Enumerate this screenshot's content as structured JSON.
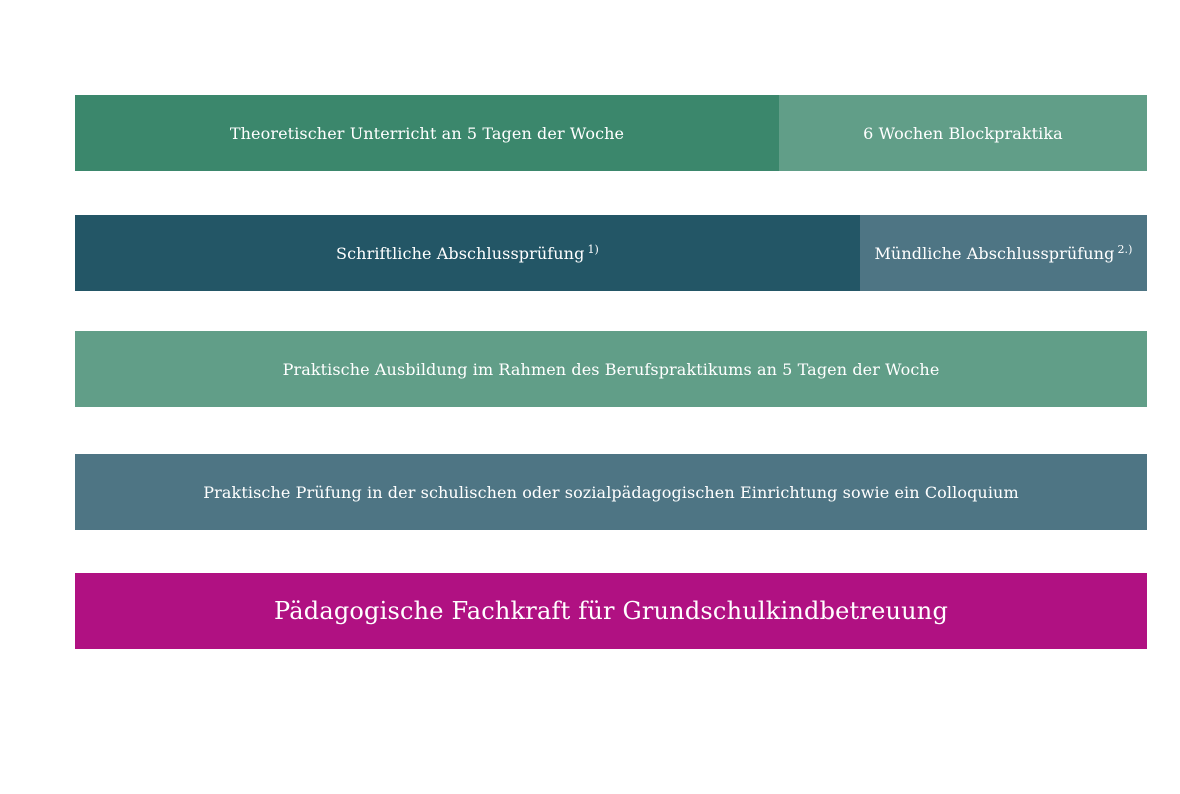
{
  "blocks": {
    "theory": {
      "label": "Theoretischer Unterricht an 5 Tagen der Woche",
      "color": "#3b876c"
    },
    "block_practice": {
      "label": "6 Wochen Blockpraktika",
      "color": "#619e88"
    },
    "written_exam": {
      "label": "Schriftliche Abschlussprüfung",
      "footnote": "1)",
      "color": "#235666"
    },
    "oral_exam": {
      "label": "Mündliche Abschlussprüfung",
      "footnote": "2.)",
      "color": "#4e7584"
    },
    "practical_training": {
      "label": "Praktische Ausbildung im Rahmen des Berufspraktikums an 5 Tagen der Woche",
      "color": "#619e88"
    },
    "practical_exam": {
      "label": "Praktische Prüfung in der schulischen oder sozialpädagogischen Einrichtung sowie ein Colloquium",
      "color": "#4e7584"
    },
    "qualification": {
      "label": "Pädagogische Fachkraft für Grundschulkindbetreuung",
      "color": "#b01182"
    }
  }
}
